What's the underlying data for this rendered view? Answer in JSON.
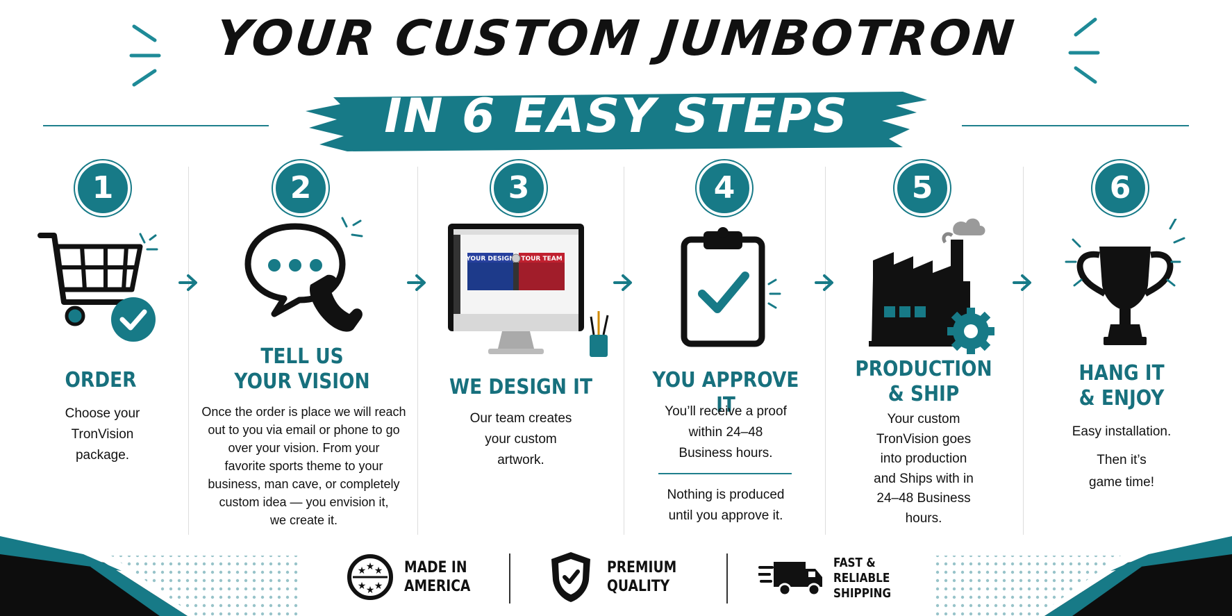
{
  "header": {
    "title_line1": "YOUR CUSTOM JUMBOTRON",
    "title_line2": "IN 6 EASY STEPS"
  },
  "steps": [
    {
      "number": "1",
      "icon": "shopping-cart-check-icon",
      "title_line1": "ORDER",
      "title_line2": "",
      "description": [
        "Choose your",
        "TronVision",
        "package."
      ]
    },
    {
      "number": "2",
      "icon": "chat-bubble-phone-icon",
      "title_line1": "TELL US",
      "title_line2": "YOUR VISION",
      "description": [
        "Once the order is place we will reach",
        "out to you via email or phone to go",
        "over your vision. From your",
        "favorite sports theme to your",
        "business, man cave, or completely",
        "custom idea — you envision it,",
        "we create it."
      ]
    },
    {
      "number": "3",
      "icon": "computer-monitor-design-icon",
      "title_line1": "WE DESIGN IT",
      "title_line2": "",
      "screen_text_left": "YOUR DESIGN",
      "screen_text_right": "TOUR TEAM",
      "description": [
        "Our team creates",
        "your custom",
        "artwork."
      ]
    },
    {
      "number": "4",
      "icon": "clipboard-check-icon",
      "title_line1": "YOU APPROVE IT",
      "title_line2": "",
      "description": [
        "You’ll receive a proof",
        "within 24–48",
        "Business hours."
      ],
      "note": [
        "Nothing is produced",
        "until you approve it."
      ]
    },
    {
      "number": "5",
      "icon": "factory-gear-icon",
      "title_line1": "PRODUCTION",
      "title_line2": "& SHIP",
      "description": [
        "Your custom",
        "TronVision goes",
        "into production",
        "and Ships with in",
        "24–48 Business",
        "hours."
      ]
    },
    {
      "number": "6",
      "icon": "trophy-icon",
      "title_line1": "HANG IT",
      "title_line2": "& ENJOY",
      "description": [
        "Easy installation."
      ],
      "note": [
        "Then it’s",
        "game time!"
      ]
    }
  ],
  "footer": {
    "features": [
      {
        "icon": "stars-seal-icon",
        "line1": "MADE IN",
        "line2": "AMERICA",
        "line3": ""
      },
      {
        "icon": "shield-check-icon",
        "line1": "PREMIUM",
        "line2": "QUALITY",
        "line3": ""
      },
      {
        "icon": "delivery-truck-icon",
        "line1": "FAST &",
        "line2": "RELIABLE",
        "line3": "SHIPPING"
      }
    ]
  },
  "colors": {
    "accent": "#177a87",
    "text": "#111111",
    "background": "#ffffff"
  }
}
